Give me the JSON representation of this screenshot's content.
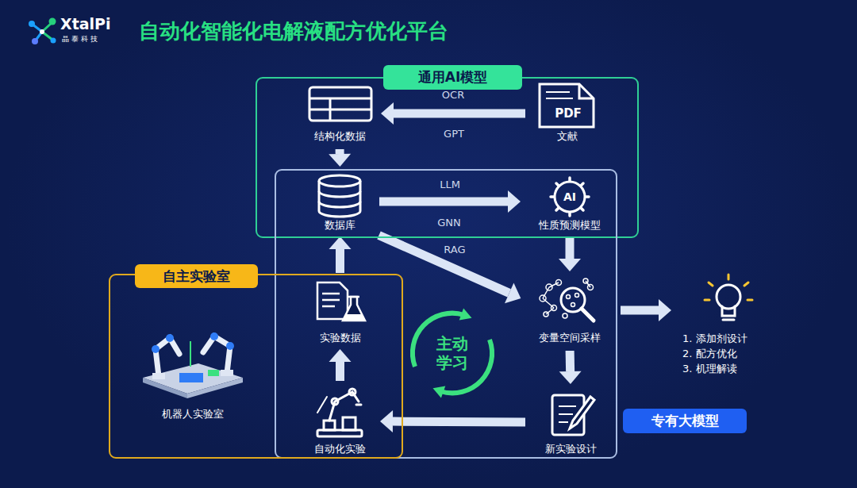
{
  "diagram": {
    "title": "自动化智能化电解液配方优化平台",
    "nodes": [
      {
        "text": [
          "通用AI模型"
        ]
      },
      {
        "text": [
          "结构化数据"
        ],
        "in": 0
      },
      {
        "text": [
          "文献"
        ],
        "in": 0
      },
      {
        "text": [
          "专有大模型"
        ]
      },
      {
        "text": [
          "数据库"
        ],
        "in": 3
      },
      {
        "text": [
          "性质预测模型"
        ],
        "in": 3
      },
      {
        "text": [
          "自主实验室"
        ]
      },
      {
        "text": [
          "机器人实验室"
        ],
        "in": 6
      },
      {
        "text": [
          "实验数据"
        ],
        "in": 3
      },
      {
        "text": [
          "主动学习"
        ],
        "in": 3
      },
      {
        "text": [
          "变量空间采样"
        ],
        "in": 3
      },
      {
        "text": [
          "自动化实验"
        ],
        "in": 3
      },
      {
        "text": [
          "新实验设计"
        ],
        "in": 3
      },
      {
        "text": [
          "1. 添加剂设计",
          "2. 配方优化",
          "3. 机理解读"
        ]
      }
    ],
    "edges": [
      {
        "from": 2,
        "to": 1,
        "arrow": "to",
        "label": "OCR"
      },
      {
        "from": 1,
        "to": 4,
        "arrow": "to"
      },
      {
        "from": 4,
        "to": 5,
        "arrow": "to",
        "label": "LLM"
      },
      {
        "from": 4,
        "to": 10,
        "arrow": "to",
        "label": "RAG"
      },
      {
        "from": 5,
        "to": 10,
        "arrow": "to"
      },
      {
        "from": 10,
        "to": 12,
        "arrow": "to"
      },
      {
        "from": 12,
        "to": 11,
        "arrow": "to"
      },
      {
        "from": 11,
        "to": 8,
        "arrow": "to"
      },
      {
        "from": 8,
        "to": 4,
        "arrow": "to"
      },
      {
        "from": 10,
        "to": 13,
        "arrow": "to"
      }
    ],
    "labels": [
      "XtalPi",
      "晶泰科技",
      "GPT",
      "GNN",
      "PDF",
      "AI"
    ]
  }
}
